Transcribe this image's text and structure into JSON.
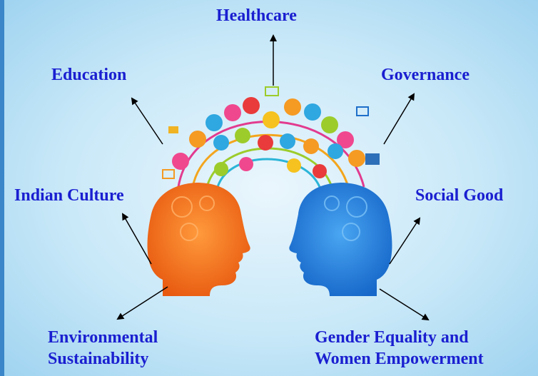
{
  "labels": {
    "healthcare": "Healthcare",
    "education": "Education",
    "governance": "Governance",
    "indian_culture": "Indian Culture",
    "social_good": "Social Good",
    "environmental_line1": "Environmental",
    "environmental_line2": "Sustainability",
    "gender_line1": "Gender Equality and",
    "gender_line2": "Women Empowerment"
  },
  "colors": {
    "label_text": "#1a1fd0",
    "left_head": "#f06a1e",
    "right_head": "#1e7fe0",
    "arrow": "#000000"
  }
}
